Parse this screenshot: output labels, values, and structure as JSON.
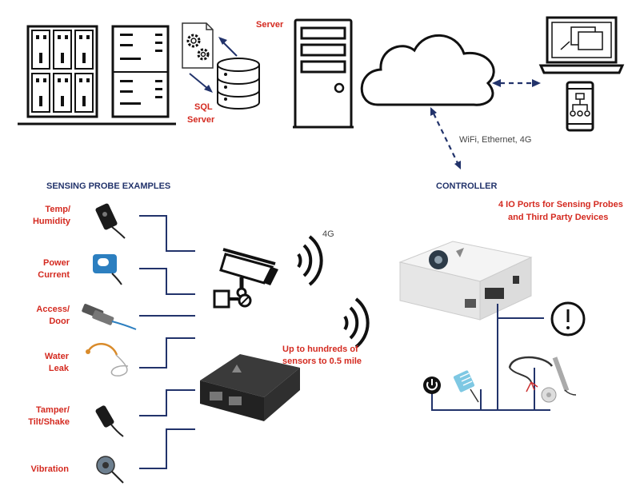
{
  "labels": {
    "server": "Server",
    "sql_server_line1": "SQL",
    "sql_server_line2": "Server",
    "network": "WiFi, Ethernet, 4G",
    "controller": "CONTROLLER",
    "sensing_examples": "SENSING PROBE EXAMPLES",
    "io_ports_line1": "4 IO Ports for Sensing Probes",
    "io_ports_line2": "and Third Party Devices",
    "cell_4g": "4G",
    "range_line1": "Up to hundreds of",
    "range_line2": "sensors to 0.5 mile"
  },
  "probes": [
    {
      "line1": "Temp/",
      "line2": "Humidity"
    },
    {
      "line1": "Power",
      "line2": "Current"
    },
    {
      "line1": "Access/",
      "line2": "Door"
    },
    {
      "line1": "Water",
      "line2": "Leak"
    },
    {
      "line1": "Tamper/",
      "line2": "Tilt/Shake"
    },
    {
      "line1": "Vibration",
      "line2": ""
    }
  ],
  "colors": {
    "accent_red": "#d42a20",
    "navy": "#22336b",
    "ink": "#111111",
    "device_white": "#f4f4f4",
    "device_black": "#2a2a2a",
    "cable_blue": "#2c7fc0"
  },
  "icons": [
    "server-rack-icon",
    "gears-document-icon",
    "database-icon",
    "tower-server-icon",
    "cloud-icon",
    "laptop-icon",
    "phone-icon",
    "camera-icon",
    "wifi-icon",
    "controller-device-icon",
    "gateway-icon",
    "power-icon",
    "alert-icon",
    "temp-probe-icon",
    "humidity-sensor-icon",
    "power-clamp-icon",
    "door-sensor-icon",
    "leak-sensor-icon",
    "tilt-sensor-icon",
    "vibration-sensor-icon"
  ]
}
